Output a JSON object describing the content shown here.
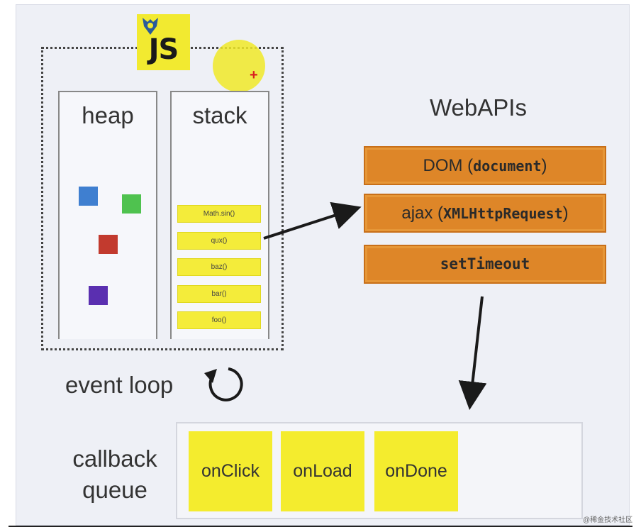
{
  "engine": {
    "logo_text": "JS",
    "heap_title": "heap",
    "stack_title": "stack",
    "stack_frames": [
      "Math.sin()",
      "qux()",
      "baz()",
      "bar()",
      "foo()"
    ]
  },
  "webapis": {
    "title": "WebAPIs",
    "dom_prefix": "DOM (",
    "dom_arg": "document",
    "dom_suffix": ")",
    "ajax_prefix": "ajax (",
    "ajax_arg": "XMLHttpRequest",
    "ajax_suffix": ")",
    "timeout": "setTimeout"
  },
  "event_loop": {
    "label": "event loop"
  },
  "callback_queue": {
    "label_line1": "callback",
    "label_line2": "queue",
    "items": [
      "onClick",
      "onLoad",
      "onDone"
    ]
  },
  "watermark": "@稀金技术社区",
  "colors": {
    "background": "#eef0f6",
    "js_yellow": "#f2ea30",
    "webapi_orange": "#de8628",
    "heap_blue": "#3f7fd0",
    "heap_green": "#4fc24f",
    "heap_red": "#c23a2e",
    "heap_purple": "#5a2fb0"
  },
  "icons": {
    "js_logo": "js-logo-icon",
    "event_loop": "circular-arrow-icon",
    "cursor": "crosshair-cursor-icon"
  }
}
